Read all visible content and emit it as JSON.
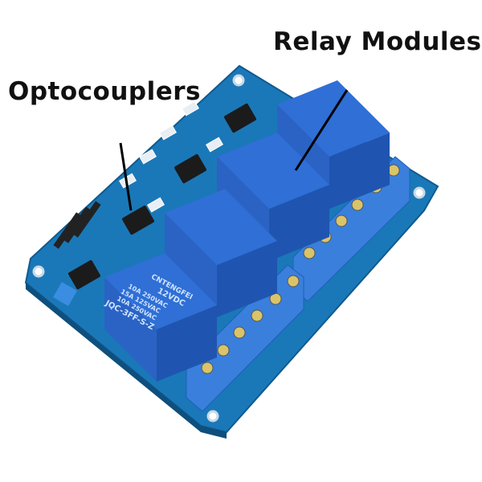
{
  "labels": {
    "optocouplers": "Optocouplers",
    "relay_modules": "Relay Modules"
  },
  "relay_marking": {
    "brand": "CNTENGFEI",
    "coil": "12VDC",
    "rating1": "10A 250VAC",
    "rating2": "15A 125VAC",
    "rating3": "10A 250VAC",
    "model": "JQC-3FF-S-Z"
  },
  "colors": {
    "pcb": "#1a78b8",
    "relay": "#2f6fd6",
    "terminal": "#3a7fdc",
    "label": "#111111"
  }
}
